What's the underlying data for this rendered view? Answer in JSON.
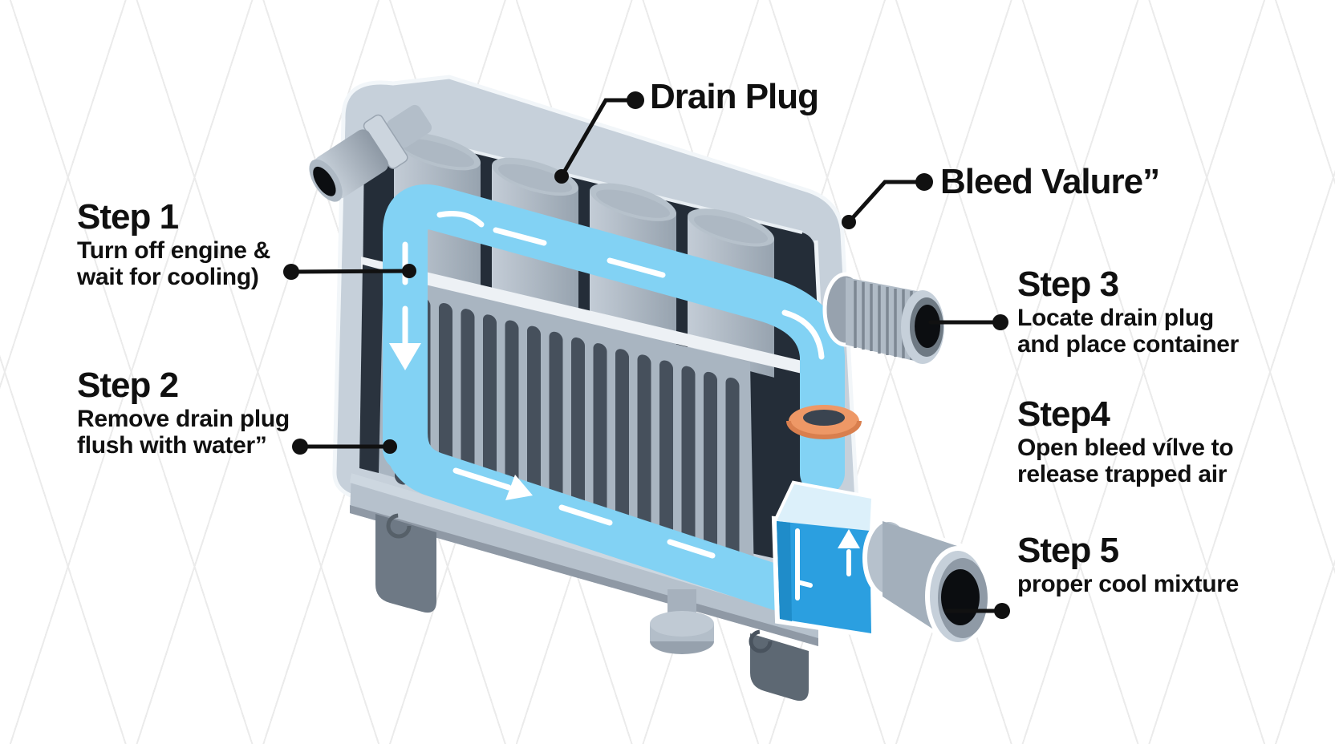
{
  "diagram": {
    "labels": {
      "drain_plug": "Drain Plug",
      "bleed_valve": "Bleed Valure”"
    },
    "steps": [
      {
        "heading": "Step 1",
        "lines": [
          "Turn off engine &",
          "wait for cooling)"
        ]
      },
      {
        "heading": "Step 2",
        "lines": [
          "Remove drain plug",
          "flush with water”"
        ]
      },
      {
        "heading": "Step 3",
        "lines": [
          "Locate drain plug",
          "and place container"
        ]
      },
      {
        "heading": "Step4",
        "lines": [
          "Open bleed vílve to",
          "release trapped air"
        ]
      },
      {
        "heading": "Step 5",
        "lines": [
          "proper cool mixture"
        ]
      }
    ],
    "colors": {
      "coolant_blue": "#82d2f4",
      "tank_blue": "#2b9fe0",
      "clamp_orange": "#ee9866",
      "metal_light": "#c6d0da",
      "interior_dark": "#242d38",
      "text": "#101010"
    }
  }
}
